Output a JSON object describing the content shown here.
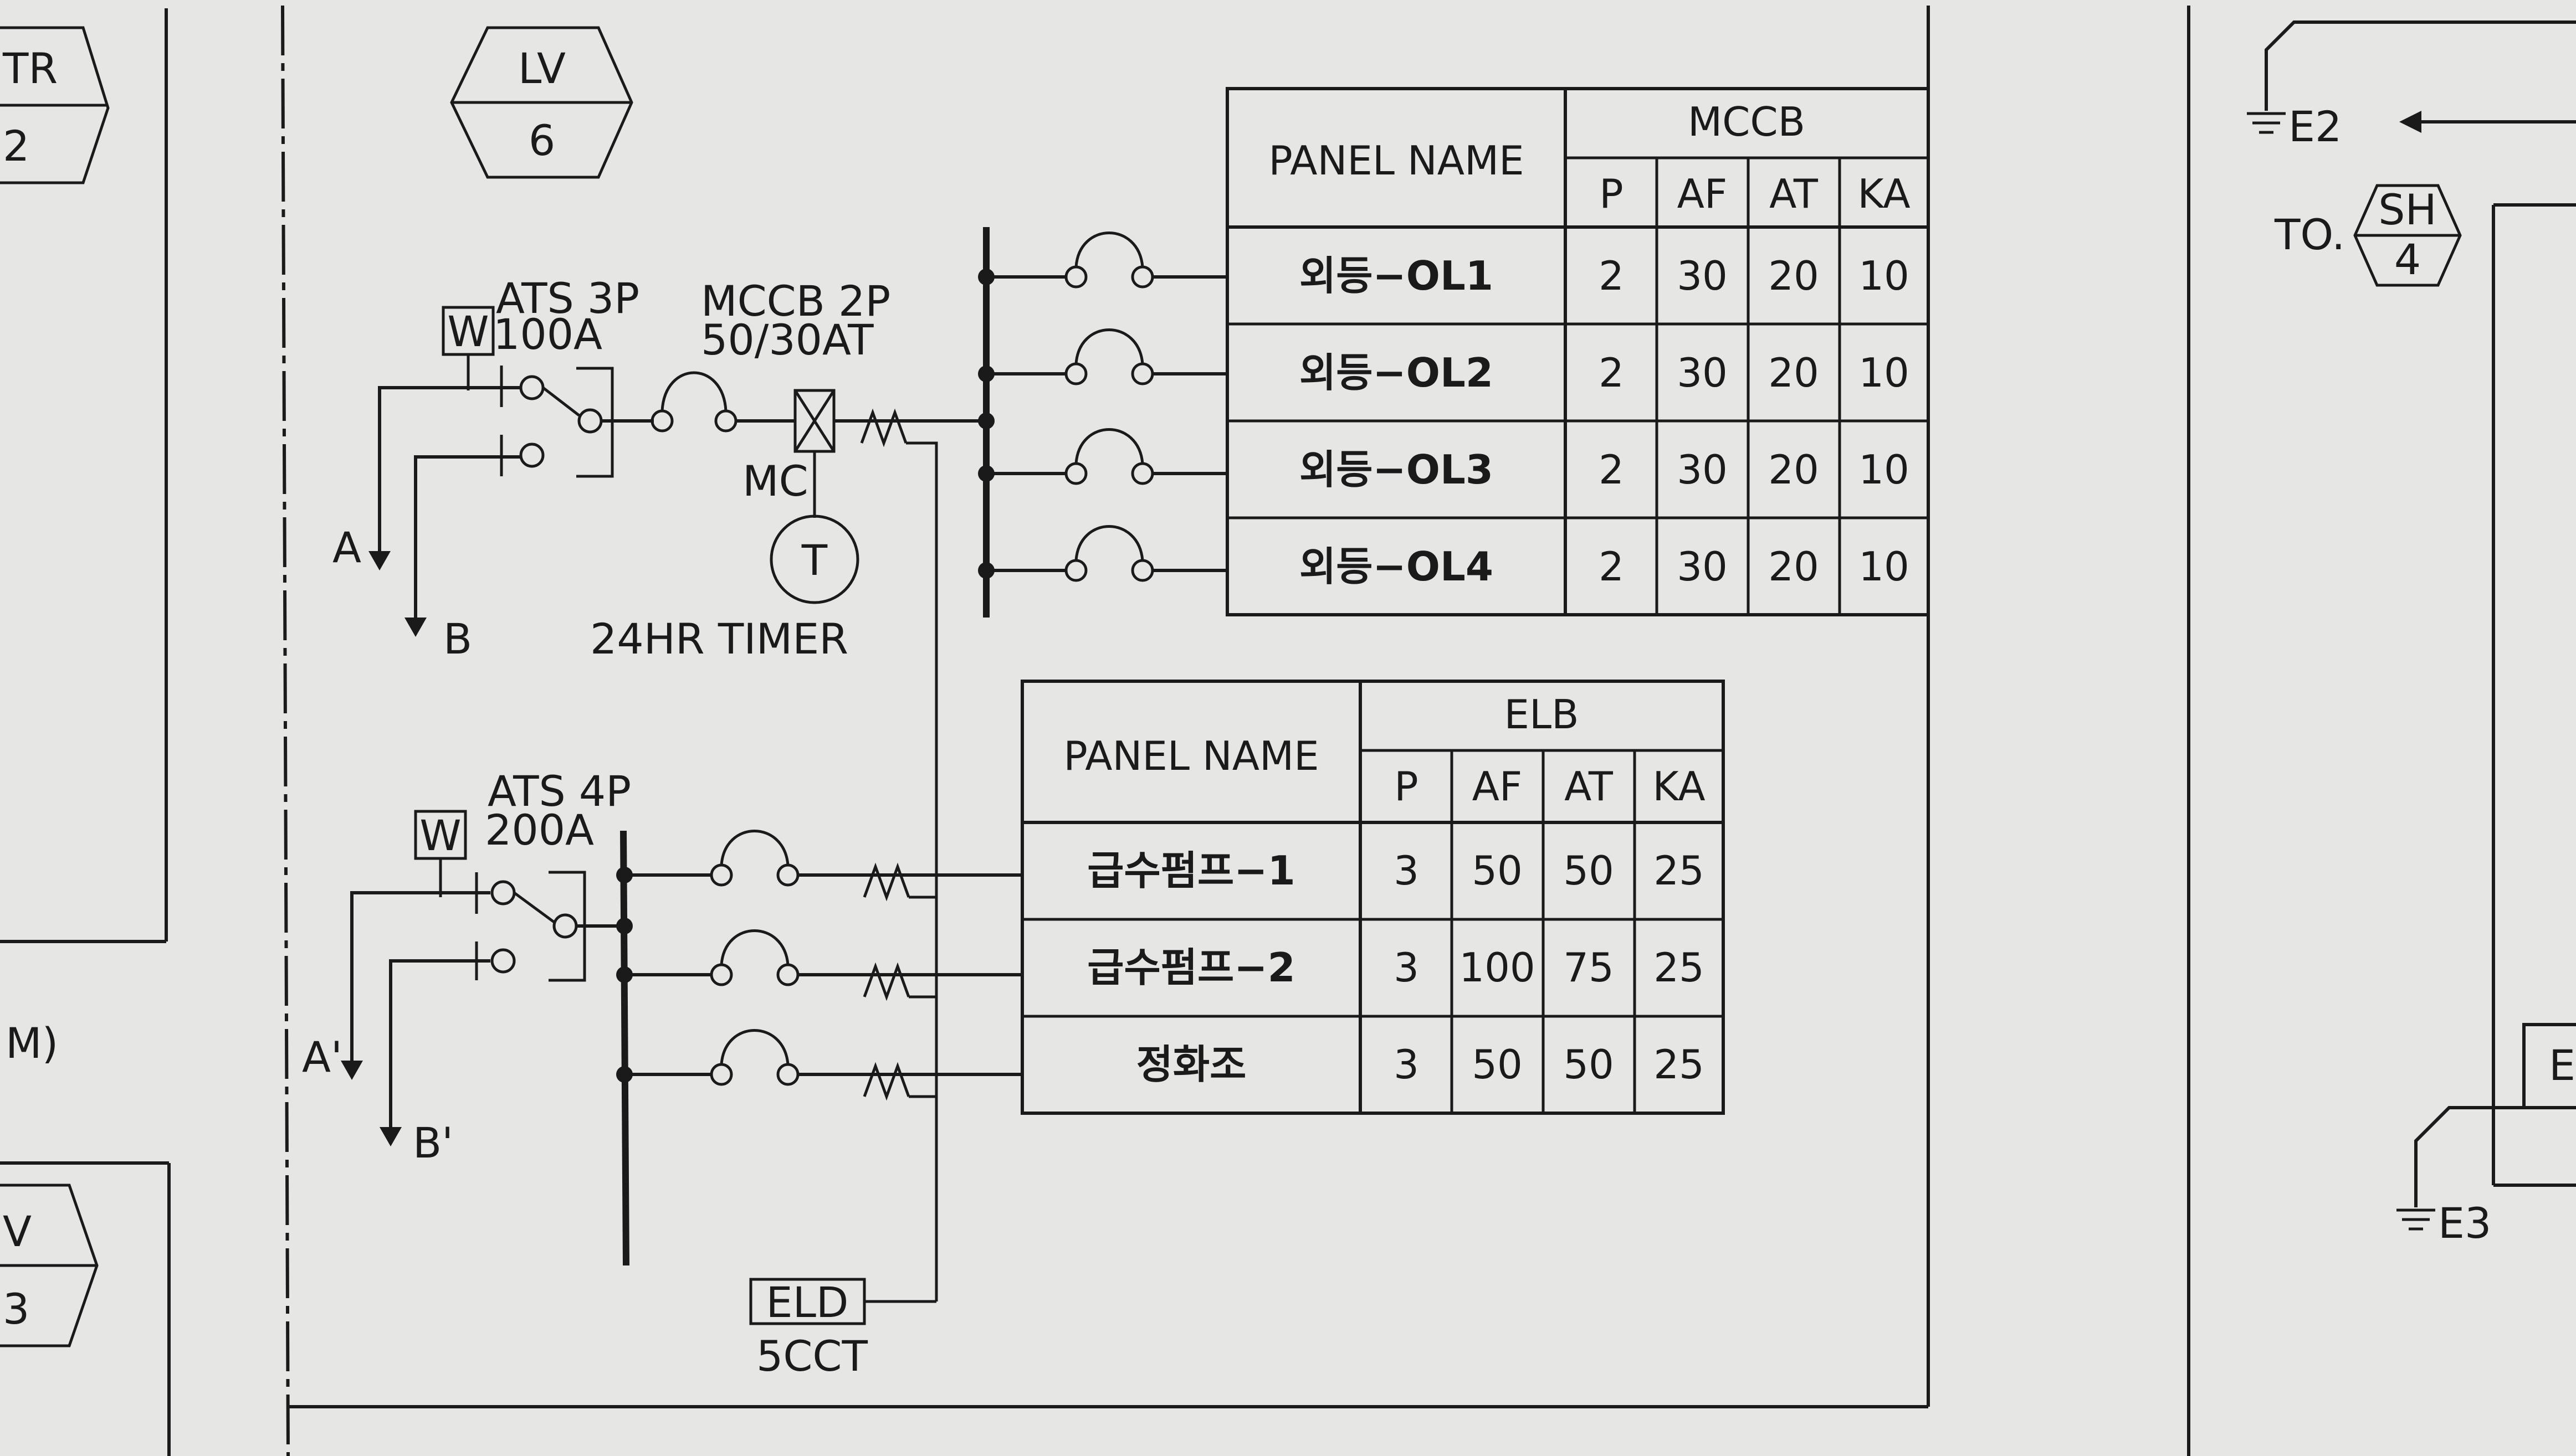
{
  "sheet_marks": {
    "tr_top": "TR",
    "tr_bottom": "2",
    "m_left": "M)",
    "lv_bottom_left_top": "V",
    "lv_bottom_left_bottom": "3",
    "lv_top": "LV",
    "lv_bottom": "6",
    "e2": "E2",
    "to_label": "TO.",
    "sh_top": "SH",
    "sh_bottom": "4",
    "e3": "E3",
    "edge_e": "E"
  },
  "upper_circuit": {
    "w_box": "W",
    "ats_line1": "ATS  3P",
    "ats_line2": "100A",
    "mccb_line1": "MCCB  2P",
    "mccb_line2": "50/30AT",
    "mc": "MC",
    "timer_symbol": "T",
    "timer_label": "24HR  TIMER",
    "source_a": "A",
    "source_b": "B"
  },
  "lower_circuit": {
    "w_box": "W",
    "ats_line1": "ATS  4P",
    "ats_line2": "200A",
    "source_a": "A'",
    "source_b": "B'",
    "eld_box": "ELD",
    "eld_label": "5CCT"
  },
  "mccb_table": {
    "panel_header": "PANEL  NAME",
    "group_header": "MCCB",
    "columns": [
      "P",
      "AF",
      "AT",
      "KA"
    ],
    "rows": [
      {
        "name": "외등−OL1",
        "p": "2",
        "af": "30",
        "at": "20",
        "ka": "10"
      },
      {
        "name": "외등−OL2",
        "p": "2",
        "af": "30",
        "at": "20",
        "ka": "10"
      },
      {
        "name": "외등−OL3",
        "p": "2",
        "af": "30",
        "at": "20",
        "ka": "10"
      },
      {
        "name": "외등−OL4",
        "p": "2",
        "af": "30",
        "at": "20",
        "ka": "10"
      }
    ]
  },
  "elb_table": {
    "panel_header": "PANEL  NAME",
    "group_header": "ELB",
    "columns": [
      "P",
      "AF",
      "AT",
      "KA"
    ],
    "rows": [
      {
        "name": "급수펌프−1",
        "p": "3",
        "af": "50",
        "at": "50",
        "ka": "25"
      },
      {
        "name": "급수펌프−2",
        "p": "3",
        "af": "100",
        "at": "75",
        "ka": "25"
      },
      {
        "name": "정화조",
        "p": "3",
        "af": "50",
        "at": "50",
        "ka": "25"
      }
    ]
  }
}
